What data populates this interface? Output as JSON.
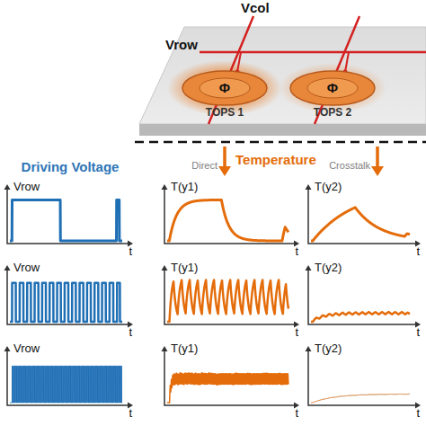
{
  "diagram": {
    "nodes": [
      {
        "text": [
          "Φ",
          "TOPS 1"
        ]
      },
      {
        "text": [
          "Φ",
          "TOPS 2"
        ]
      }
    ],
    "labels": [
      "Vcol",
      "Vrow",
      "Driving Voltage",
      "Temperature",
      "Direct",
      "Crosstalk",
      "Vrow",
      "t",
      "T(y1)",
      "t",
      "T(y2)",
      "t",
      "Vrow",
      "t",
      "T(y1)",
      "t",
      "T(y2)",
      "t",
      "Vrow",
      "t",
      "T(y1)",
      "t",
      "T(y2)",
      "t"
    ]
  }
}
